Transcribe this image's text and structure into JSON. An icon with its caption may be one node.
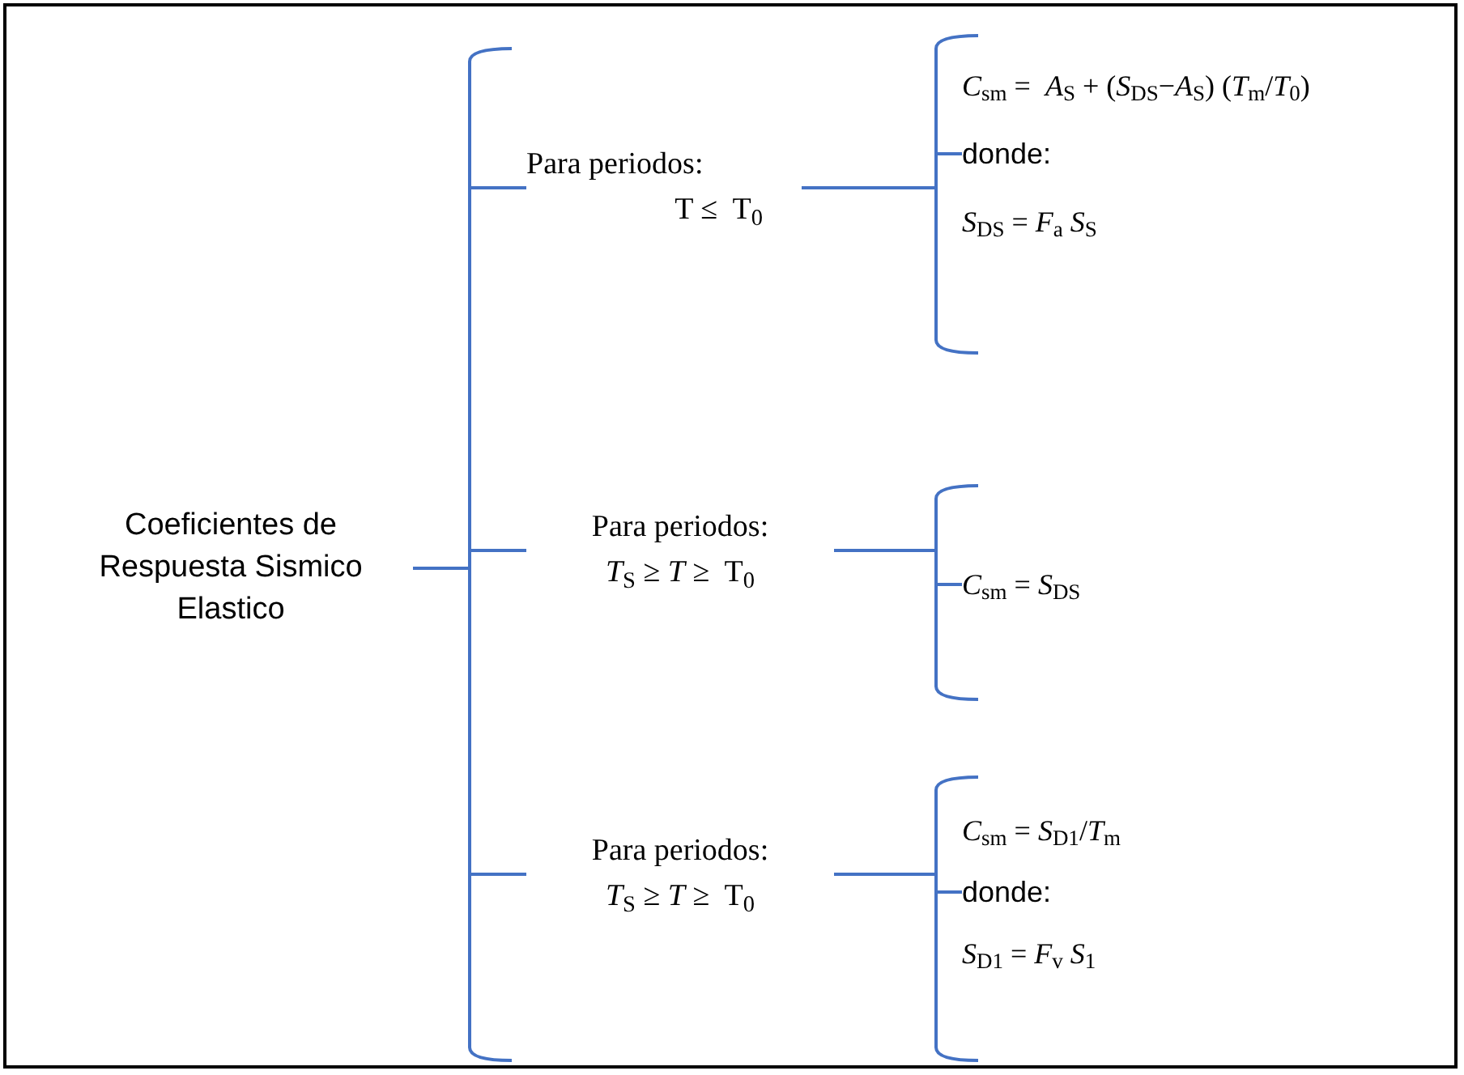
{
  "diagram": {
    "nodes": [
      {
        "text": [
          "Coeficientes de Respuesta Sismico Elastico"
        ]
      },
      {
        "text": [
          "Para periodos:",
          "T ≤  T$_{0}$"
        ]
      },
      {
        "text": [
          "Para periodos:",
          "*T*$_{S}$ ≥ *T* ≥  T$_{0}$"
        ]
      },
      {
        "text": [
          "Para periodos:",
          "*T*$_{S}$ ≥ *T* ≥  T$_{0}$"
        ]
      },
      {
        "text": [
          "*C*$_{sm}$ =  *A*$_{S}$ + (*S*$_{DS}$−*A*$_{S}$) (*T*$_{m}$/*T*$_{0}$)",
          "donde:",
          "*S*$_{DS}$ = *F*$_{a}$ *S*$_{S}$"
        ]
      },
      {
        "text": [
          "*C*$_{sm}$ = *S*$_{DS}$"
        ]
      },
      {
        "text": [
          "*C*$_{sm}$ = *S*$_{D1}$/*T*$_{m}$",
          "donde:",
          "*S*$_{D1}$ = *F*$_{v}$ *S*$_{1}$"
        ]
      }
    ],
    "edges": [
      {
        "from": 0,
        "to": 1,
        "arrow": "none"
      },
      {
        "from": 0,
        "to": 2,
        "arrow": "none"
      },
      {
        "from": 0,
        "to": 3,
        "arrow": "none"
      },
      {
        "from": 1,
        "to": 4,
        "arrow": "none"
      },
      {
        "from": 2,
        "to": 5,
        "arrow": "none"
      },
      {
        "from": 3,
        "to": 6,
        "arrow": "none"
      }
    ]
  }
}
